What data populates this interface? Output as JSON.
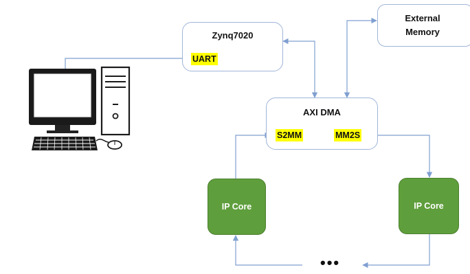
{
  "nodes": {
    "zynq": {
      "title": "Zynq7020",
      "port": "UART"
    },
    "external_memory": {
      "title_line1": "External",
      "title_line2": "Memory"
    },
    "axi_dma": {
      "title": "AXI DMA",
      "port_left": "S2MM",
      "port_right": "MM2S"
    },
    "ip_core_left": {
      "label": "IP Core"
    },
    "ip_core_right": {
      "label": "IP Core"
    },
    "ellipsis": "•••"
  },
  "colors": {
    "box_border": "#9fb4d8",
    "highlight": "#ffff00",
    "ip_core_fill": "#5f9e3c",
    "wire": "#7f9fd0"
  },
  "icons": {
    "computer": "desktop-computer-icon"
  }
}
